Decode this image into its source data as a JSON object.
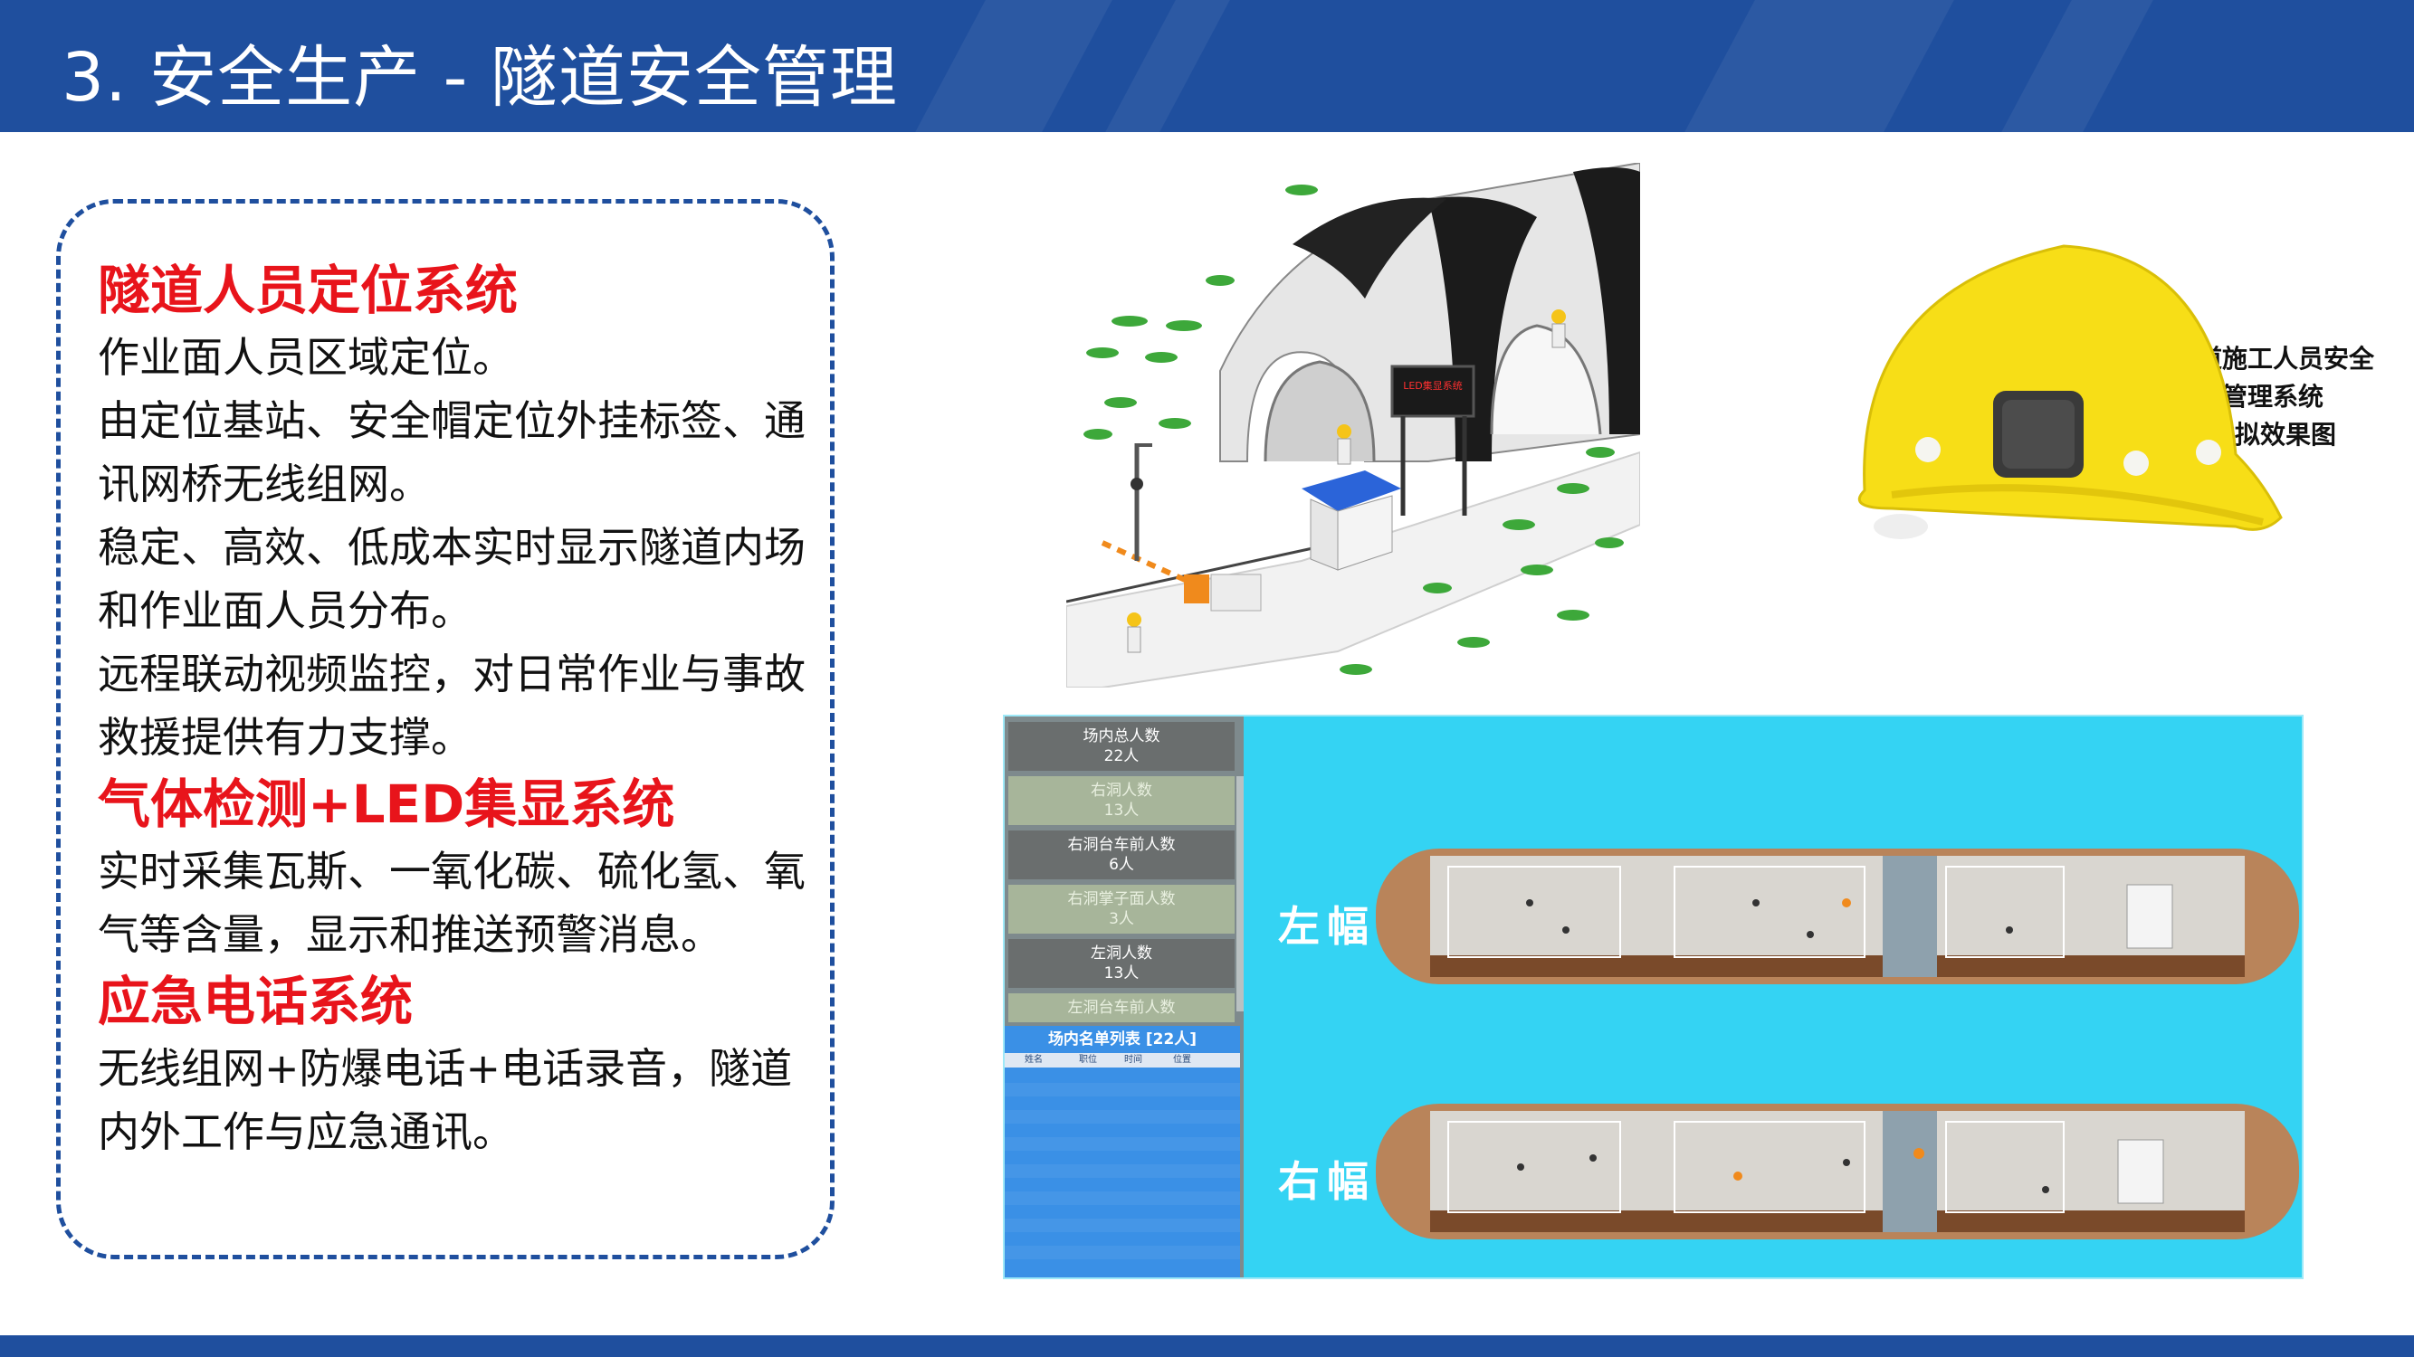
{
  "header": {
    "title": "3. 安全生产 - 隧道安全管理"
  },
  "sections": [
    {
      "title": "隧道人员定位系统",
      "paragraphs": [
        "作业面人员区域定位。",
        "由定位基站、安全帽定位外挂标签、通讯网桥无线组网。",
        "稳定、高效、低成本实时显示隧道内场和作业面人员分布。",
        "远程联动视频监控，对日常作业与事故救援提供有力支撑。"
      ]
    },
    {
      "title": "气体检测+LED集显系统",
      "paragraphs": [
        "实时采集瓦斯、一氧化碳、硫化氢、氧气等含量，显示和推送预警消息。"
      ]
    },
    {
      "title": "应急电话系统",
      "paragraphs": [
        "无线组网+防爆电话+电话录音，隧道内外工作与应急通讯。"
      ]
    }
  ],
  "tunnel_diagram": {
    "caption_line1": "隧道施工人员安全管理系统",
    "caption_line2": "虚拟效果图",
    "sign_text": "LED集显系统"
  },
  "dashboard": {
    "stats": [
      {
        "label": "场内总人数",
        "value": "22人"
      },
      {
        "label": "右洞人数",
        "value": "13人"
      },
      {
        "label": "右洞台车前人数",
        "value": "6人"
      },
      {
        "label": "右洞掌子面人数",
        "value": "3人"
      },
      {
        "label": "左洞人数",
        "value": "13人"
      },
      {
        "label": "左洞台车前人数",
        "value": ""
      }
    ],
    "list_title": "场内名单列表",
    "list_count": "[22人]",
    "list_columns": [
      "姓名",
      "职位",
      "时间",
      "位置"
    ],
    "lane_left": "左幅",
    "lane_right": "右幅"
  },
  "colors": {
    "brand_blue": "#1f4f9e",
    "heading_red": "#e8141b",
    "dashboard_cyan": "#34d3f3",
    "helmet_yellow": "#f7de17"
  },
  "icons": [
    "helmet-tag-icon",
    "worker-icon",
    "camera-pole-icon",
    "grass-icon"
  ]
}
